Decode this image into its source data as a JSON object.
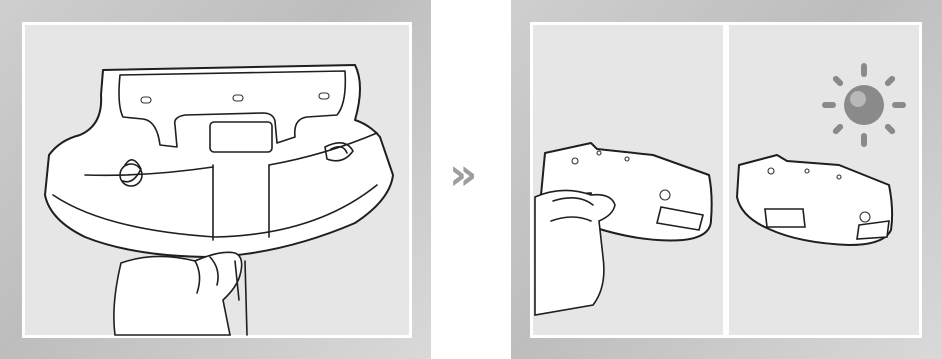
{
  "figure": {
    "steps": [
      {
        "id": "step-1",
        "description_shown": ""
      },
      {
        "id": "step-2a",
        "description_shown": ""
      },
      {
        "id": "step-2b",
        "description_shown": ""
      }
    ],
    "arrow_symbol": "»",
    "icons": [
      "hand-icon",
      "sun-icon",
      "mop-plate-icon"
    ],
    "colors": {
      "frame": "#c4c4c4",
      "panel": "#e6e6e6",
      "line": "#1f1f1f",
      "arrow": "#9e9e9e",
      "sun": "#8a8a8a"
    }
  }
}
